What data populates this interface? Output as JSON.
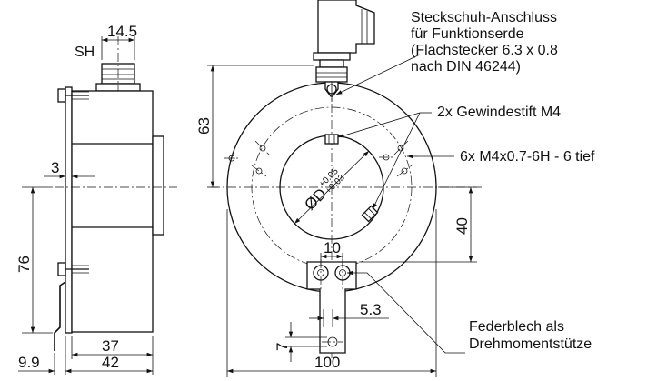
{
  "side_view": {
    "label_sh": "SH",
    "dim_shaft_width": "14.5",
    "dim_flange": "3",
    "dim_height": "76",
    "dim_bracket": "9.9",
    "dim_body_depth": "37",
    "dim_total_depth": "42"
  },
  "front_view": {
    "dim_top_height": "63",
    "dim_bore": "ØD",
    "bore_tol_upper": "+0.05",
    "bore_tol_lower": "+0.03",
    "dim_right_height": "40",
    "dim_hole_spacing": "10",
    "dim_slot": "5.3",
    "dim_small": "7",
    "dim_width": "100"
  },
  "callouts": {
    "ground_line1": "Steckschuh-Anschluss",
    "ground_line2": "für Funktionserde",
    "ground_line3": "(Flachstecker 6.3 x 0.8",
    "ground_line4": "nach DIN 46244)",
    "setscrew": "2x Gewindestift M4",
    "threads": "6x M4x0.7-6H - 6 tief",
    "torque_line1": "Federblech als",
    "torque_line2": "Drehmomentstütze"
  }
}
